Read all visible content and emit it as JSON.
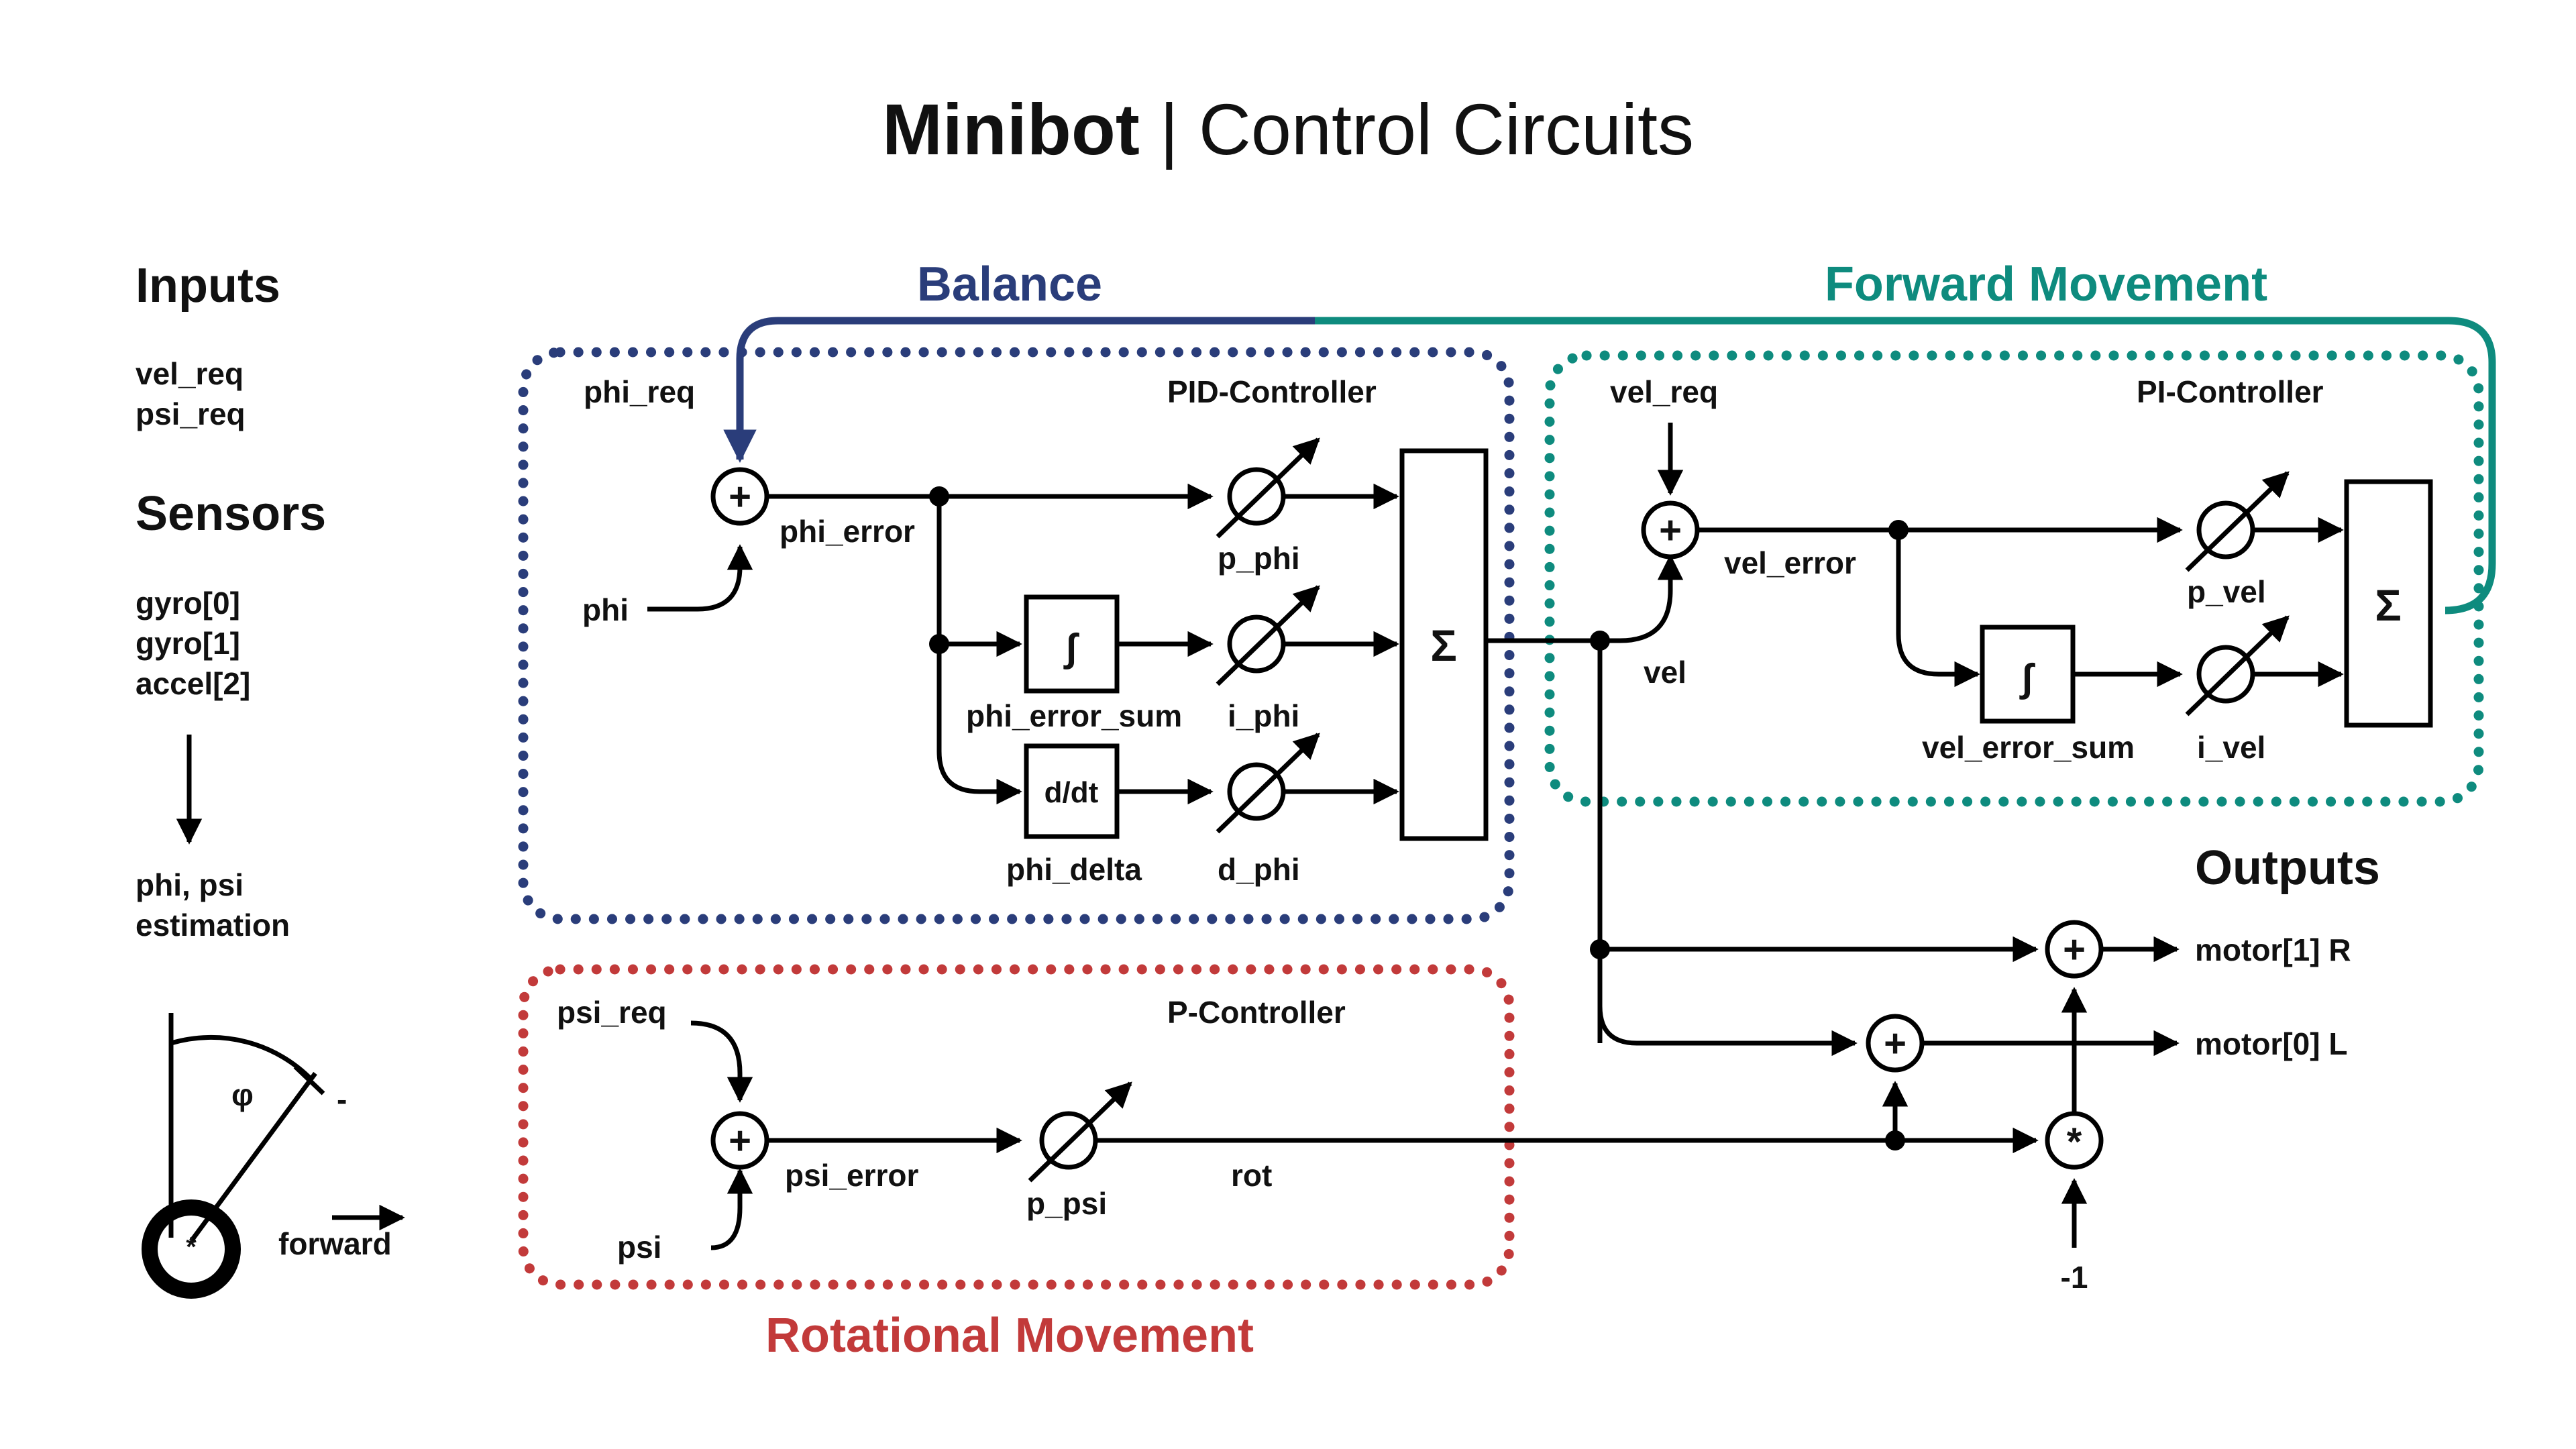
{
  "title": {
    "bold": "Minibot",
    "rest": " | Control Circuits"
  },
  "colors": {
    "balance": "#2a3d7a",
    "forward": "#0e8b7e",
    "rotational": "#c23a3a",
    "ink": "#000000"
  },
  "left": {
    "inputs_heading": "Inputs",
    "inputs": [
      "vel_req",
      "psi_req"
    ],
    "sensors_heading": "Sensors",
    "sensors": [
      "gyro[0]",
      "gyro[1]",
      "accel[2]"
    ],
    "estimation": [
      "phi, psi",
      "estimation"
    ],
    "angle_symbol": "φ",
    "minus_sign": "-",
    "wheel_center": "*",
    "forward_label": "forward"
  },
  "balance": {
    "title": "Balance",
    "controller": "PID-Controller",
    "phi_req": "phi_req",
    "phi": "phi",
    "phi_error": "phi_error",
    "p_phi": "p_phi",
    "i_phi": "i_phi",
    "d_phi": "d_phi",
    "phi_error_sum": "phi_error_sum",
    "phi_delta": "phi_delta",
    "integral_symbol": "∫",
    "derivative_symbol": "d/dt",
    "sum_symbol": "Σ",
    "plus_symbol": "+"
  },
  "forward": {
    "title": "Forward Movement",
    "controller": "PI-Controller",
    "vel_req": "vel_req",
    "vel": "vel",
    "vel_error": "vel_error",
    "p_vel": "p_vel",
    "i_vel": "i_vel",
    "vel_error_sum": "vel_error_sum",
    "integral_symbol": "∫",
    "sum_symbol": "Σ",
    "plus_symbol": "+"
  },
  "rotational": {
    "title": "Rotational Movement",
    "controller": "P-Controller",
    "psi_req": "psi_req",
    "psi": "psi",
    "psi_error": "psi_error",
    "p_psi": "p_psi",
    "rot": "rot",
    "plus_symbol": "+"
  },
  "outputs": {
    "heading": "Outputs",
    "motor_r": "motor[1] R",
    "motor_l": "motor[0] L",
    "minus_one": "-1",
    "multiply_symbol": "*",
    "plus_symbol": "+"
  }
}
